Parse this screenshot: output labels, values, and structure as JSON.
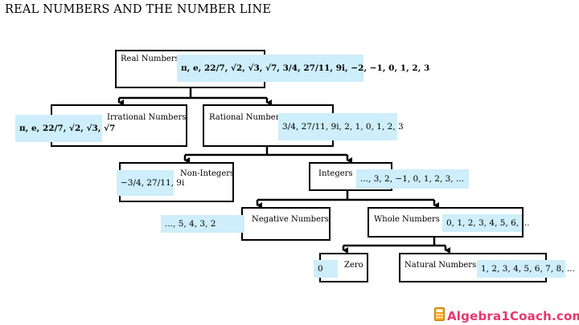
{
  "title": "REAL NUMBERS AND THE NUMBER LINE",
  "nodes": {
    "real": {
      "label": "Real Numbers",
      "set": "π, e, 22/7, √2, √3, √7, 3/4, 27/11, 9i, −2, −1, 0, 1, 2, 3"
    },
    "irrational": {
      "label": "Irrational Numbers",
      "set": "π, e, 22/7, √2, √3, √7"
    },
    "rational": {
      "label": "Rational Numbers",
      "set": "3/4, 27/11, 9i, 2, 1, 0, 1, 2, 3"
    },
    "non_integers": {
      "label": "Non-Integers",
      "set": "−3/4, 27/11, 9i"
    },
    "integers": {
      "label": "Integers",
      "set": "..., 3, 2, −1, 0, 1, 2, 3, ..."
    },
    "negative": {
      "label": "Negative Numbers",
      "set": "..., 5, 4, 3, 2"
    },
    "whole": {
      "label": "Whole Numbers",
      "set": "0, 1, 2, 3, 4, 5, 6, ..."
    },
    "zero": {
      "label": "Zero",
      "set": "0"
    },
    "natural": {
      "label": "Natural Numbers",
      "set": "1, 2, 3, 4, 5, 6, 7, 8, ..."
    }
  },
  "brand": {
    "name": "Algebra1Coach.com",
    "icon": "calculator-icon",
    "color": "#e8366c"
  },
  "colors": {
    "highlight": "#cdeefa"
  }
}
